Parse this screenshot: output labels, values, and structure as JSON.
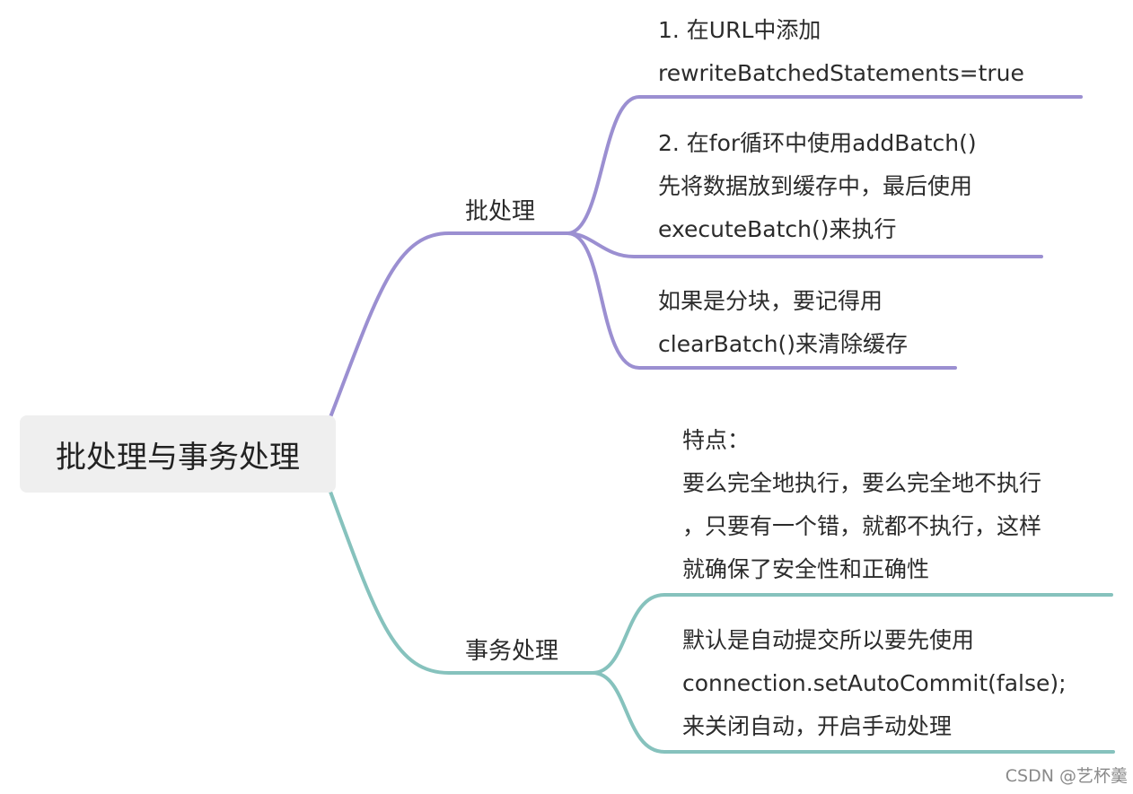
{
  "root": {
    "label": "批处理与事务处理"
  },
  "branches": [
    {
      "label": "批处理",
      "color": "#9b8fd1",
      "leaves": [
        {
          "lines": [
            "1. 在URL中添加",
            "rewriteBatchedStatements=true"
          ]
        },
        {
          "lines": [
            "2. 在for循环中使用addBatch()",
            "先将数据放到缓存中，最后使用",
            "executeBatch()来执行"
          ]
        },
        {
          "lines": [
            "如果是分块，要记得用",
            "clearBatch()来清除缓存"
          ]
        }
      ]
    },
    {
      "label": "事务处理",
      "color": "#86c2bd",
      "leaves": [
        {
          "lines": [
            "特点：",
            "要么完全地执行，要么完全地不执行",
            "，只要有一个错，就都不执行，这样",
            "就确保了安全性和正确性"
          ]
        },
        {
          "lines": [
            "默认是自动提交所以要先使用",
            "connection.setAutoCommit(false);",
            "来关闭自动，开启手动处理"
          ]
        }
      ]
    }
  ],
  "watermark": "CSDN @艺杯羹"
}
